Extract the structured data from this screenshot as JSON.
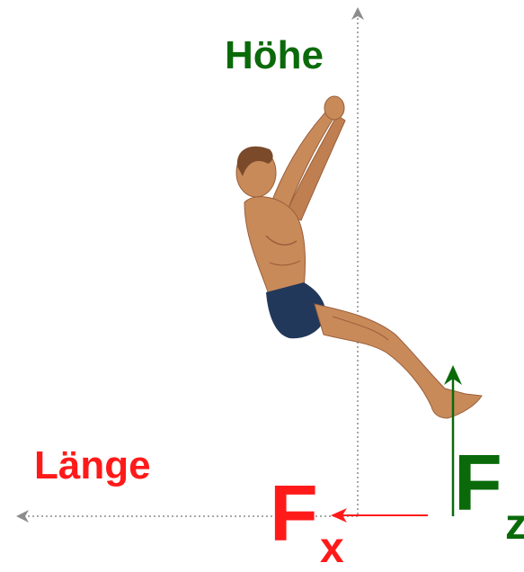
{
  "labels": {
    "vertical_axis": "Höhe",
    "horizontal_axis": "Länge",
    "force_z_main": "F",
    "force_z_sub": "z",
    "force_x_main": "F",
    "force_x_sub": "x"
  },
  "colors": {
    "green": "#0a6a0a",
    "red": "#ff1a1a",
    "axis": "#8c8c8c",
    "skin": "#c98a5a",
    "skin_shadow": "#9a5f3a",
    "hair": "#7a4a2a",
    "shorts": "#22385a"
  },
  "icons": {
    "figure": "swimmer-diving-figure-icon"
  }
}
